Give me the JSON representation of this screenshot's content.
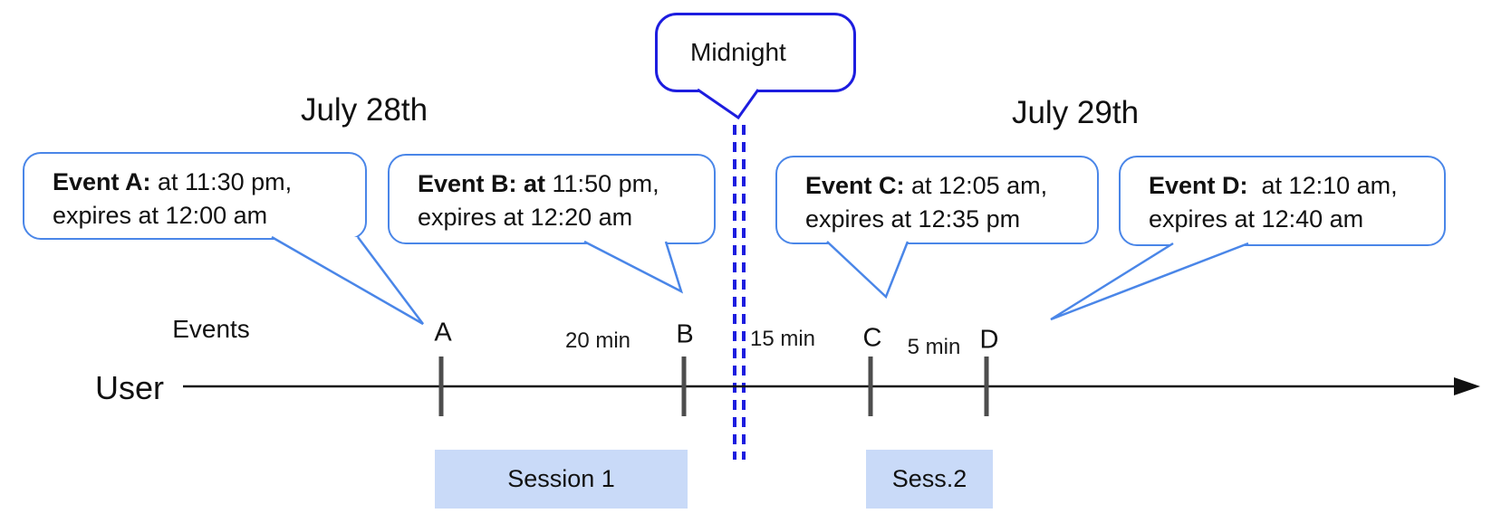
{
  "title_dates": {
    "left": "July 28th",
    "right": "July 29th"
  },
  "midnight_callout": {
    "label": "Midnight"
  },
  "event_callouts": [
    {
      "id": "A",
      "title_bold": "Event A:",
      "title_rest": " at 11:30 pm,",
      "line2": "expires at 12:00 am"
    },
    {
      "id": "B",
      "title_bold": "Event B: at",
      "title_rest": " 11:50 pm,",
      "line2": "expires at 12:20 am"
    },
    {
      "id": "C",
      "title_bold": "Event C:",
      "title_rest": " at 12:05 am,",
      "line2": "expires at 12:35 pm"
    },
    {
      "id": "D",
      "title_bold": "Event D:",
      "title_rest": "  at 12:10 am,",
      "line2": "expires at 12:40 am"
    }
  ],
  "timeline": {
    "row_label": "User",
    "events_label": "Events",
    "tick_labels": [
      "A",
      "B",
      "C",
      "D"
    ],
    "intervals": [
      "20 min",
      "15 min",
      "5 min"
    ]
  },
  "sessions": [
    {
      "label": "Session 1"
    },
    {
      "label": "Sess.2"
    }
  ],
  "colors": {
    "event_callout_border": "#4a86e8",
    "midnight_blue": "#1d1ddf",
    "session_fill": "#c9daf8",
    "tick_gray": "#4d4d4d",
    "timeline_black": "#111111"
  }
}
